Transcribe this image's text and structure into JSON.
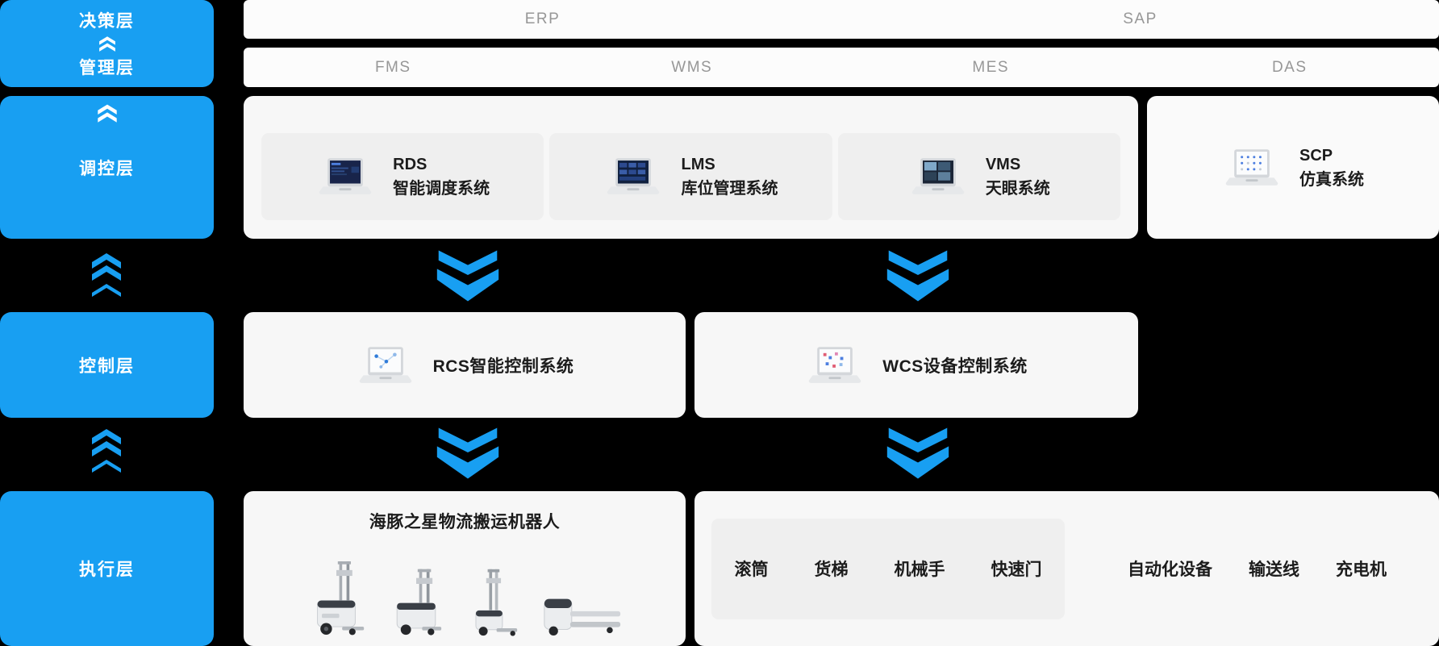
{
  "colors": {
    "accent_blue": "#189FF2",
    "panel_bg": "#F7F7F7",
    "card_bg": "#EFEFEF",
    "bar_bg": "#FCFCFC",
    "text_dark": "#1C1C1C",
    "text_gray": "#979797"
  },
  "left_column": {
    "box1": {
      "top_label": "决策层",
      "bottom_label": "管理层"
    },
    "box2": {
      "label": "调控层"
    },
    "box3": {
      "label": "控制层"
    },
    "box4": {
      "label": "执行层"
    }
  },
  "top_bars": {
    "erp_sap": [
      "ERP",
      "SAP"
    ],
    "systems": [
      "FMS",
      "WMS",
      "MES",
      "DAS"
    ]
  },
  "scheduling_layer": {
    "cards": [
      {
        "title": "RDS",
        "subtitle": "智能调度系统"
      },
      {
        "title": "LMS",
        "subtitle": "库位管理系统"
      },
      {
        "title": "VMS",
        "subtitle": "天眼系统"
      }
    ],
    "scp_card": {
      "title": "SCP",
      "subtitle": "仿真系统"
    }
  },
  "control_layer": {
    "rcs_label": "RCS智能控制系统",
    "wcs_label": "WCS设备控制系统"
  },
  "execution_layer": {
    "robots_title": "海豚之星物流搬运机器人",
    "device_group": [
      "滚筒",
      "货梯",
      "机械手",
      "快速门"
    ],
    "extra_devices": [
      "自动化设备",
      "输送线",
      "充电机"
    ]
  }
}
